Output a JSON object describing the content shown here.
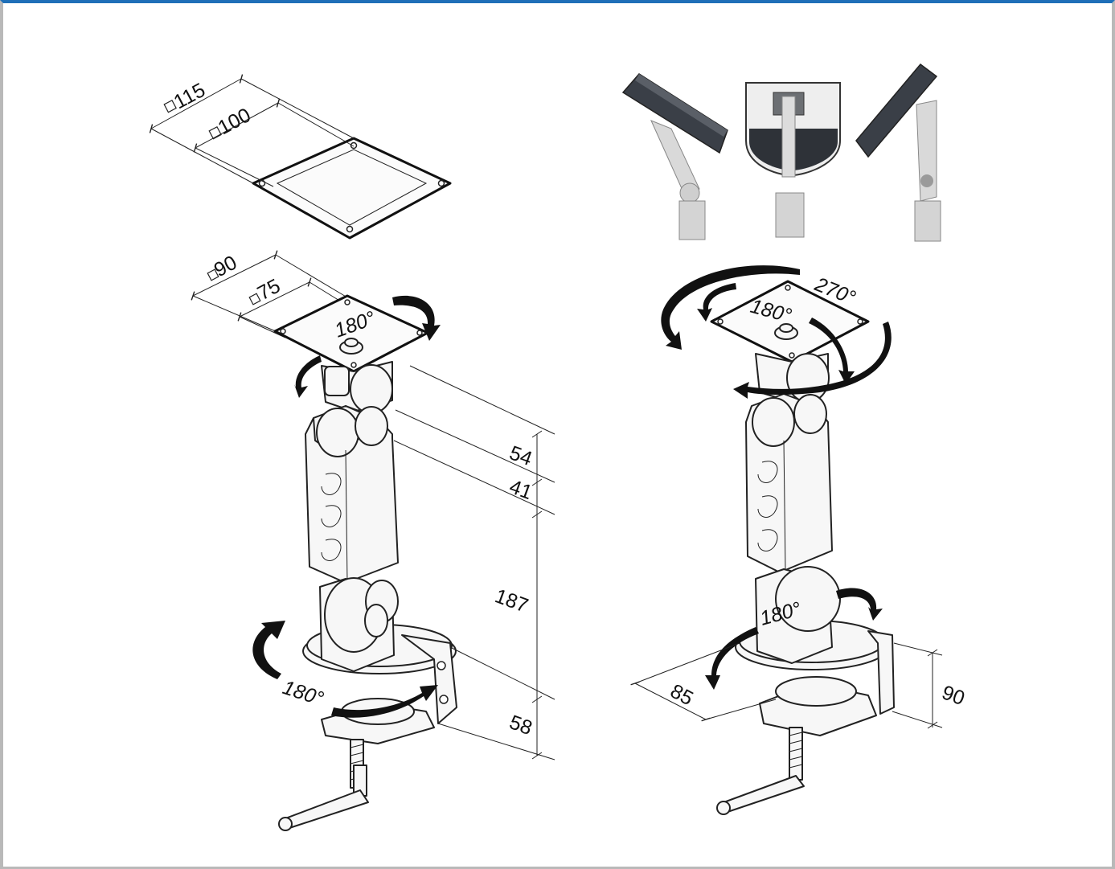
{
  "left_figure": {
    "vesa_large_outer": "115",
    "vesa_large_inner": "100",
    "vesa_small_outer": "90",
    "vesa_small_inner": "75",
    "top_rotation": "180°",
    "base_rotation": "180°",
    "height_head": "54",
    "height_joint": "41",
    "height_arm": "187",
    "height_base": "58"
  },
  "right_figure": {
    "head_swivel": "270°",
    "head_tilt": "180°",
    "base_rotation": "180°",
    "clamp_depth": "85",
    "clamp_height": "90"
  },
  "photos": [
    "left-tilted-monitor",
    "front-view-monitor",
    "right-tilted-monitor"
  ],
  "colors": {
    "frame_top": "#1f6fb8",
    "frame_side": "#b9b9b9",
    "monitor": "#3a3f47"
  }
}
